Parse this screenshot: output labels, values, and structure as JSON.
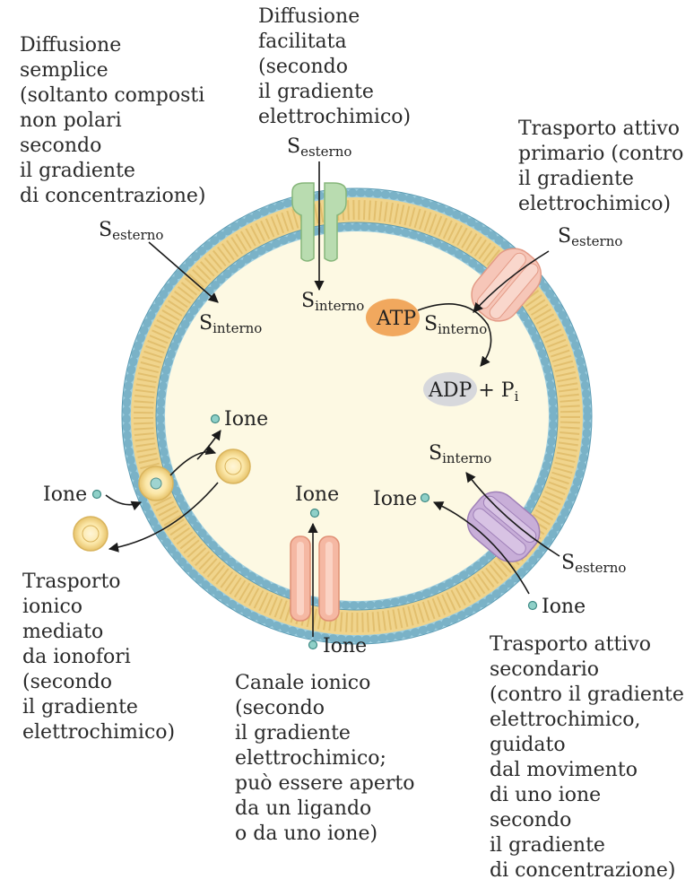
{
  "captions": {
    "simple_diffusion": [
      "Diffusione",
      "semplice",
      "(soltanto composti",
      "non polari",
      "secondo",
      "il gradiente",
      "di concentrazione)"
    ],
    "facilitated_diffusion": [
      "Diffusione",
      "facilitata",
      "(secondo",
      "il gradiente",
      "elettrochimico)"
    ],
    "primary_active": [
      "Trasporto attivo",
      "primario (contro",
      "il gradiente",
      "elettrochimico)"
    ],
    "ionophore": [
      "Trasporto",
      "ionico",
      "mediato",
      "da ionofori",
      "(secondo",
      "il gradiente",
      "elettrochimico)"
    ],
    "ion_channel": [
      "Canale ionico",
      "(secondo",
      "il gradiente",
      "elettrochimico;",
      "può essere aperto",
      "da un ligando",
      "o da uno ione)"
    ],
    "secondary_active": [
      "Trasporto attivo",
      "secondario",
      "(contro il gradiente",
      "elettrochimico,",
      "guidato",
      "dal movimento",
      "di uno ione",
      "secondo",
      "il gradiente",
      "di concentrazione)"
    ]
  },
  "labels": {
    "S": "S",
    "esterno": "esterno",
    "interno": "interno",
    "ione": "Ione",
    "atp": "ATP",
    "adp": "ADP + P",
    "pi_sub": "i"
  },
  "colors": {
    "lipid_band": "#f0d48c",
    "head_group": "#9fcfe0",
    "head_stroke": "#5b9bb3",
    "cytoplasm": "#fdf9e3",
    "channel_green": "#b9dcb0",
    "pump_pink": "#f6c6b8",
    "cotransporter_purple": "#c8aed8",
    "ion_channel": "#f5b8a3",
    "atp_orange": "#f1a85e",
    "adp_gray": "#d7d8dc",
    "ionophore": "#f6e2a2"
  }
}
